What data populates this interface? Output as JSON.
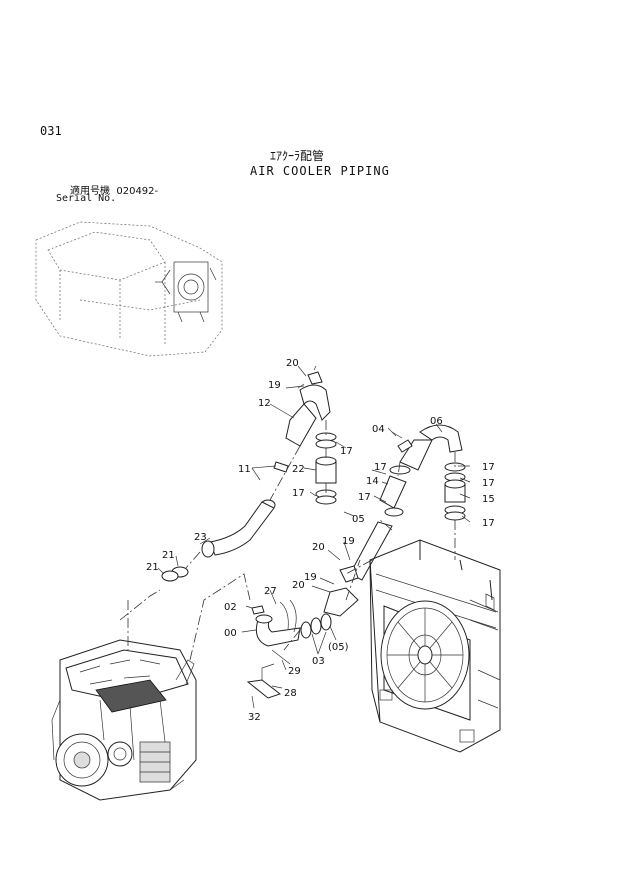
{
  "header": {
    "page_number": "031",
    "title_jp": "ｴｱｸｰﾗ配管",
    "title_en": "AIR COOLER PIPING",
    "serial_label_jp": "適用号機",
    "serial_value": "020492-",
    "serial_label_en": "Serial No."
  },
  "callouts": [
    {
      "id": "c20a",
      "label": "20"
    },
    {
      "id": "c19a",
      "label": "19"
    },
    {
      "id": "c12",
      "label": "12"
    },
    {
      "id": "c17a",
      "label": "17"
    },
    {
      "id": "c22",
      "label": "22"
    },
    {
      "id": "c17b",
      "label": "17"
    },
    {
      "id": "c11",
      "label": "11"
    },
    {
      "id": "c04",
      "label": "04"
    },
    {
      "id": "c06",
      "label": "06"
    },
    {
      "id": "c17c",
      "label": "17"
    },
    {
      "id": "c14",
      "label": "14"
    },
    {
      "id": "c17d",
      "label": "17"
    },
    {
      "id": "c17e",
      "label": "17"
    },
    {
      "id": "c17f",
      "label": "17"
    },
    {
      "id": "c15",
      "label": "15"
    },
    {
      "id": "c05",
      "label": "05"
    },
    {
      "id": "c17g",
      "label": "17"
    },
    {
      "id": "c23",
      "label": "23"
    },
    {
      "id": "c20b",
      "label": "20"
    },
    {
      "id": "c19b",
      "label": "19"
    },
    {
      "id": "c21a",
      "label": "21"
    },
    {
      "id": "c21b",
      "label": "21"
    },
    {
      "id": "c27",
      "label": "27"
    },
    {
      "id": "c20c",
      "label": "20"
    },
    {
      "id": "c19c",
      "label": "19"
    },
    {
      "id": "c02",
      "label": "02"
    },
    {
      "id": "c00",
      "label": "00"
    },
    {
      "id": "c03",
      "label": "03"
    },
    {
      "id": "c05p",
      "label": "(05)"
    },
    {
      "id": "c29",
      "label": "29"
    },
    {
      "id": "c28",
      "label": "28"
    },
    {
      "id": "c32",
      "label": "32"
    }
  ]
}
